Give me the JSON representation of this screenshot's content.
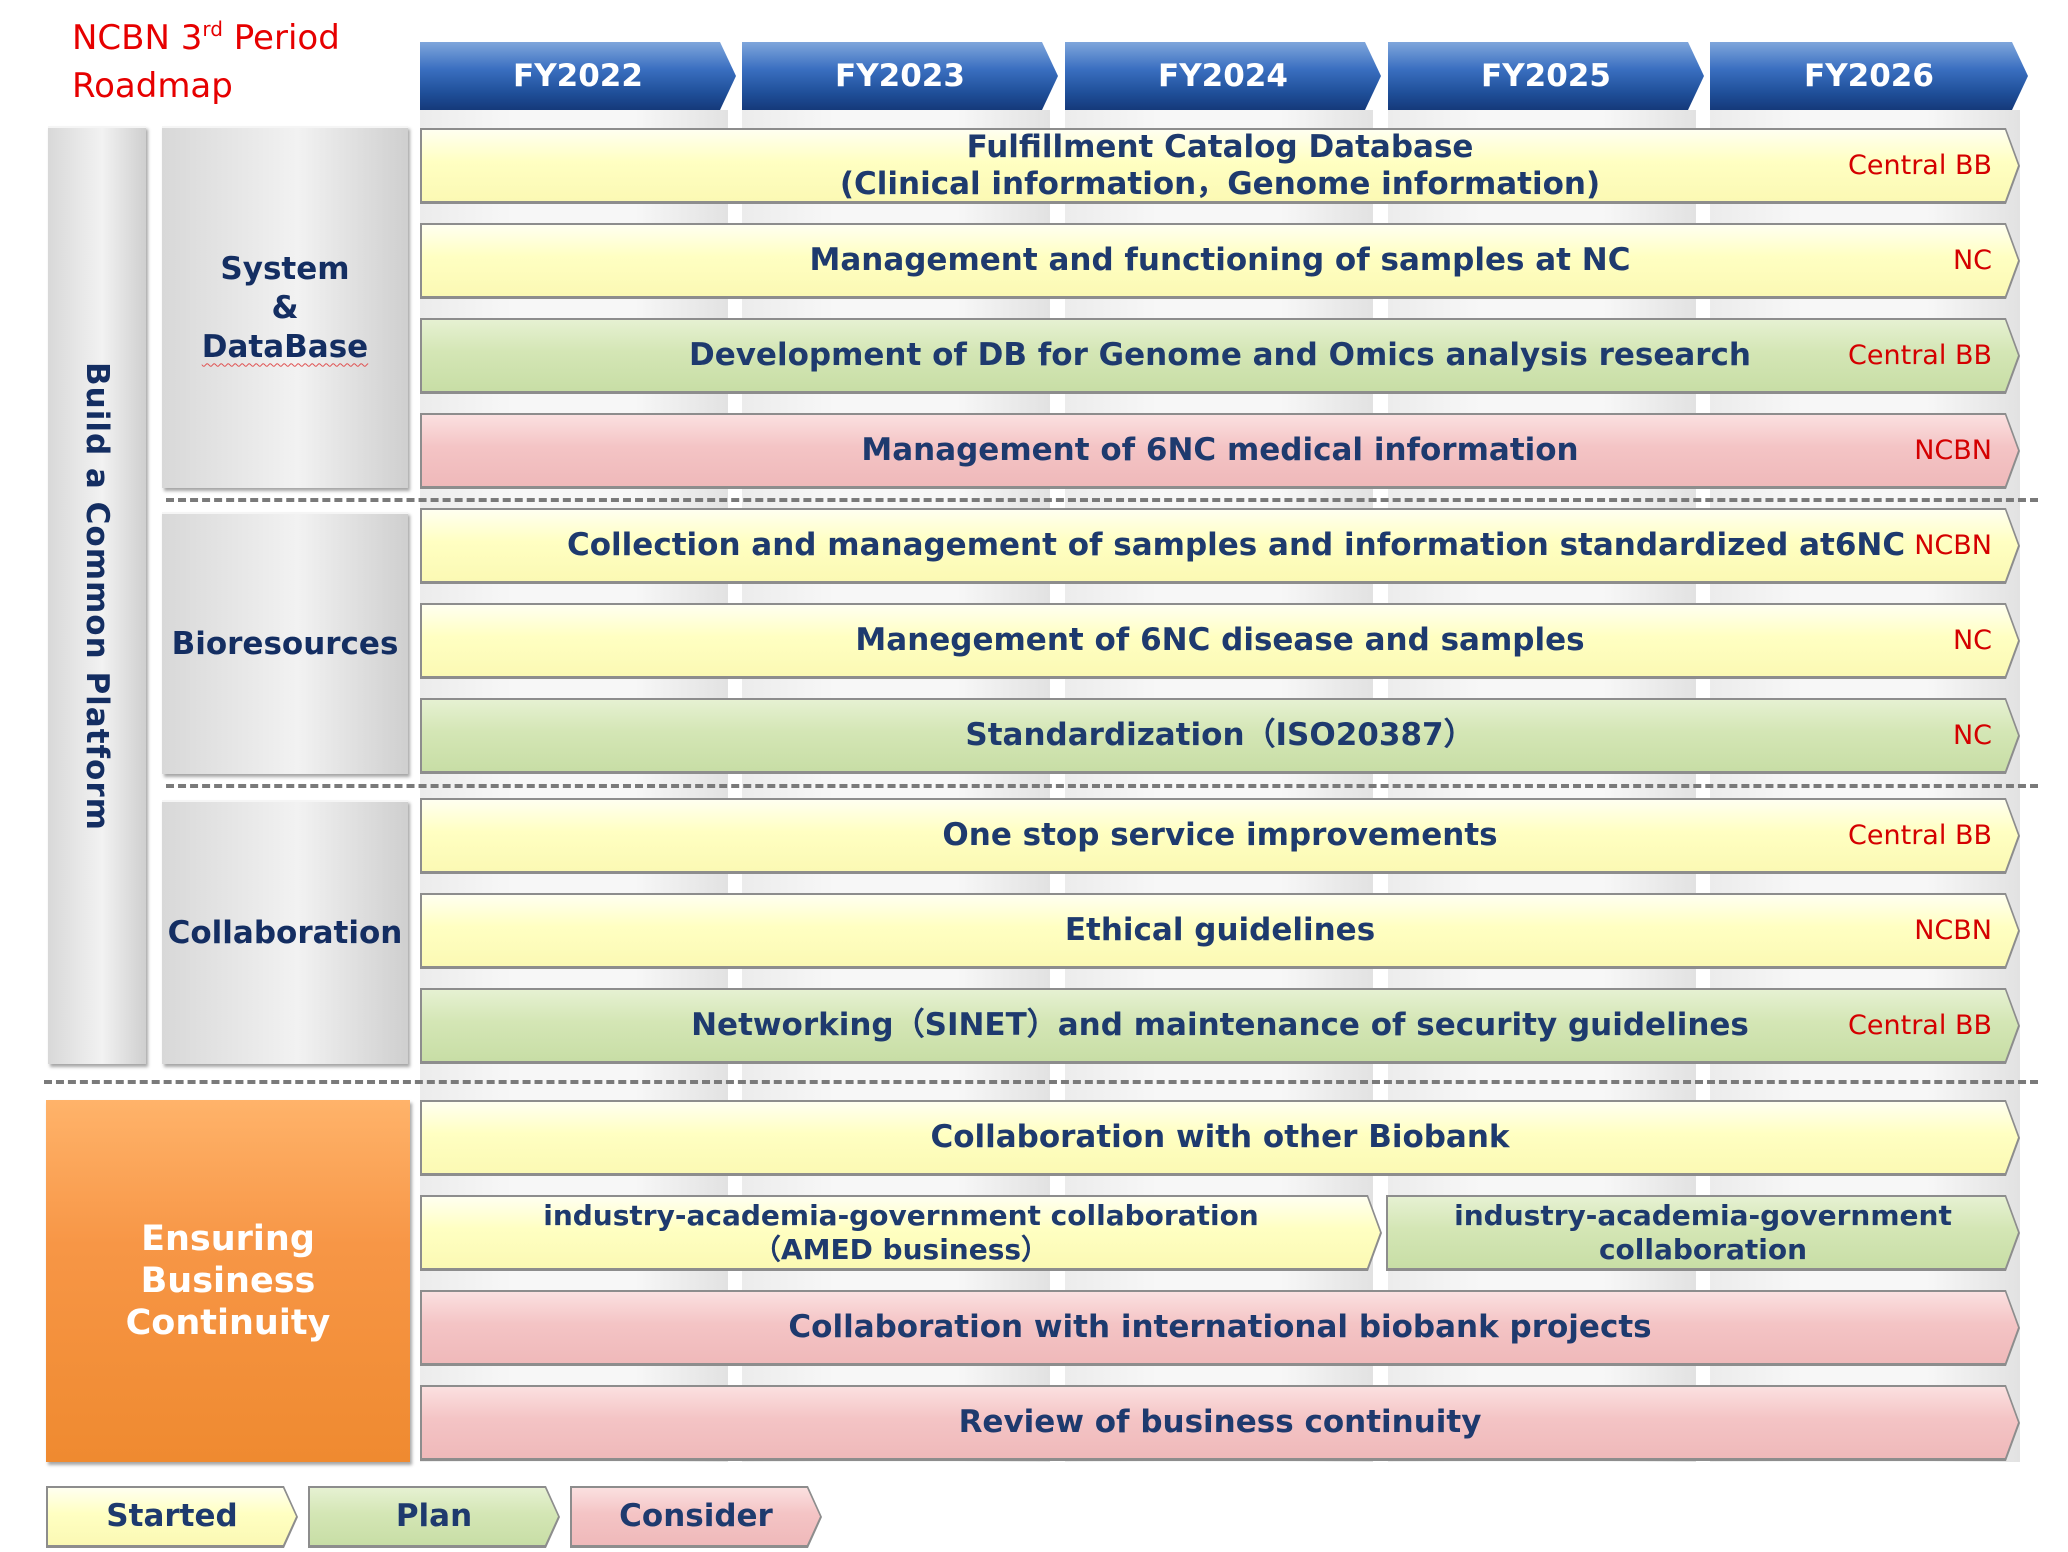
{
  "title": {
    "prefix": "NCBN 3",
    "sup": "rd",
    "suffix": " Period",
    "line2": "Roadmap"
  },
  "years": [
    "FY2022",
    "FY2023",
    "FY2024",
    "FY2025",
    "FY2026"
  ],
  "platform_label": "Build a Common Platform",
  "categories": {
    "system": [
      "System",
      "&",
      "DataBase"
    ],
    "bioresources": "Bioresources",
    "collaboration": "Collaboration",
    "continuity": [
      "Ensuring",
      "Business",
      "Continuity"
    ]
  },
  "rows": {
    "r1": {
      "text": [
        "Fulfillment Catalog Database",
        "(Clinical information，Genome information)"
      ],
      "org": "Central BB",
      "status": "Started"
    },
    "r2": {
      "text": "Management and functioning of samples at NC",
      "org": "NC",
      "status": "Started"
    },
    "r3": {
      "text": "Development of DB for Genome and Omics analysis research",
      "org": "Central BB",
      "status": "Plan"
    },
    "r4": {
      "text": "Management of 6NC medical information",
      "org": "NCBN",
      "status": "Consider"
    },
    "r5": {
      "text": "Collection and management of samples and information standardized at6NC",
      "org": "NCBN",
      "status": "Started"
    },
    "r6": {
      "text": "Manegement of 6NC disease and samples",
      "org": "NC",
      "status": "Started"
    },
    "r7": {
      "text": "Standardization（ISO20387）",
      "org": "NC",
      "status": "Plan"
    },
    "r8": {
      "text": "One stop service improvements",
      "org": "Central BB",
      "status": "Started"
    },
    "r9": {
      "text": "Ethical guidelines",
      "org": "NCBN",
      "status": "Started"
    },
    "r10": {
      "text": "Networking（SINET）and maintenance of security guidelines",
      "org": "Central BB",
      "status": "Plan"
    },
    "r11": {
      "text": "Collaboration with other Biobank",
      "status": "Started"
    },
    "r12a": {
      "text": [
        "industry-academia-government collaboration",
        "（AMED business）"
      ],
      "status": "Started"
    },
    "r12b": {
      "text": [
        "industry-academia-government",
        "collaboration"
      ],
      "status": "Plan"
    },
    "r13": {
      "text": "Collaboration with international biobank projects",
      "status": "Consider"
    },
    "r14": {
      "text": "Review of business continuity",
      "status": "Consider"
    }
  },
  "legend": {
    "started": "Started",
    "plan": "Plan",
    "consider": "Consider"
  },
  "colors": {
    "started": "#ffffc2",
    "plan": "#d4e6b5",
    "consider": "#f4c4c5",
    "org_text": "#d40000",
    "header": "#2c5aa6",
    "accent_orange": "#f79646"
  }
}
